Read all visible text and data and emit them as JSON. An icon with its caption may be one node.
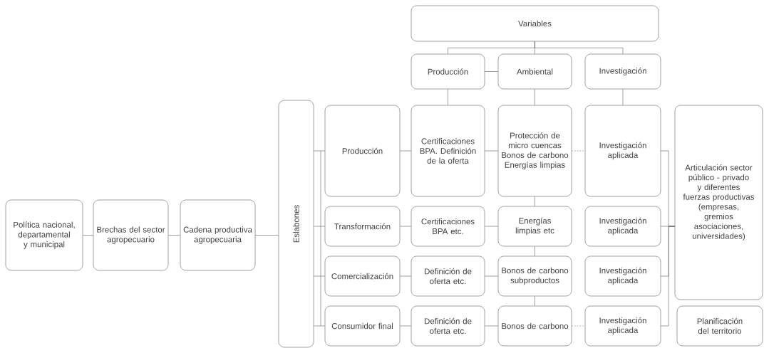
{
  "diagram": {
    "nodes": [
      {
        "text": [
          "Política nacional, departamental y municipal"
        ]
      },
      {
        "text": [
          "Brechas del sector agropecuario"
        ]
      },
      {
        "text": [
          "Cadena productiva agropecuaria"
        ]
      },
      {
        "text": [
          "Eslabones"
        ]
      },
      {
        "text": [
          "Producción"
        ]
      },
      {
        "text": [
          "Transformación"
        ]
      },
      {
        "text": [
          "Comercialización"
        ]
      },
      {
        "text": [
          "Consumidor final"
        ]
      },
      {
        "text": [
          "Variables"
        ]
      },
      {
        "text": [
          "Producción"
        ]
      },
      {
        "text": [
          "Ambiental"
        ]
      },
      {
        "text": [
          "Investigación"
        ]
      },
      {
        "text": [
          "Certificaciones BPA. Definición de la oferta"
        ]
      },
      {
        "text": [
          "Protección de micro cuencas Bonos de carbono Energías limpias"
        ]
      },
      {
        "text": [
          "Investigación aplicada"
        ]
      },
      {
        "text": [
          "Articulación sector público - privado y diferentes fuerzas productivas (empresas, gremios asociaciones, universidades)"
        ]
      },
      {
        "text": [
          "Certificaciones BPA etc."
        ]
      },
      {
        "text": [
          "Energías limpias etc"
        ]
      },
      {
        "text": [
          "Investigación aplicada"
        ]
      },
      {
        "text": [
          "Definición de oferta etc."
        ]
      },
      {
        "text": [
          "Bonos de carbono subproductos"
        ]
      },
      {
        "text": [
          "Investigación aplicada"
        ]
      },
      {
        "text": [
          "Definición de oferta etc."
        ]
      },
      {
        "text": [
          "Bonos de carbono"
        ]
      },
      {
        "text": [
          "Investigación aplicada"
        ]
      },
      {
        "text": [
          "Planificación del territorio"
        ]
      }
    ],
    "edges": [
      {
        "from": 0,
        "to": 1,
        "arrow": "none"
      },
      {
        "from": 1,
        "to": 2,
        "arrow": "none"
      },
      {
        "from": 2,
        "to": 3,
        "arrow": "none"
      },
      {
        "from": 3,
        "to": 4,
        "arrow": "none"
      },
      {
        "from": 3,
        "to": 5,
        "arrow": "none"
      },
      {
        "from": 3,
        "to": 6,
        "arrow": "none"
      },
      {
        "from": 3,
        "to": 7,
        "arrow": "none"
      },
      {
        "from": 8,
        "to": 9,
        "arrow": "none"
      },
      {
        "from": 8,
        "to": 10,
        "arrow": "none"
      },
      {
        "from": 8,
        "to": 11,
        "arrow": "none"
      },
      {
        "from": 9,
        "to": 10,
        "arrow": "none"
      },
      {
        "from": 9,
        "to": 12,
        "arrow": "none"
      },
      {
        "from": 10,
        "to": 13,
        "arrow": "none"
      },
      {
        "from": 11,
        "to": 14,
        "arrow": "none"
      },
      {
        "from": 4,
        "to": 12,
        "arrow": "none"
      },
      {
        "from": 12,
        "to": 13,
        "arrow": "none"
      },
      {
        "from": 13,
        "to": 14,
        "arrow": "none",
        "style": "dashed"
      },
      {
        "from": 5,
        "to": 16,
        "arrow": "none"
      },
      {
        "from": 16,
        "to": 17,
        "arrow": "none"
      },
      {
        "from": 6,
        "to": 19,
        "arrow": "none"
      },
      {
        "from": 19,
        "to": 20,
        "arrow": "none"
      },
      {
        "from": 7,
        "to": 22,
        "arrow": "none"
      },
      {
        "from": 22,
        "to": 23,
        "arrow": "none"
      },
      {
        "from": 23,
        "to": 24,
        "arrow": "none",
        "style": "dashed"
      },
      {
        "from": 13,
        "to": 17,
        "arrow": "none"
      },
      {
        "from": 17,
        "to": 20,
        "arrow": "none"
      },
      {
        "from": 20,
        "to": 23,
        "arrow": "none"
      },
      {
        "from": 14,
        "to": 15,
        "arrow": "none"
      },
      {
        "from": 18,
        "to": 15,
        "arrow": "none"
      },
      {
        "from": 21,
        "to": 15,
        "arrow": "none"
      },
      {
        "from": 24,
        "to": 15,
        "arrow": "none"
      }
    ]
  }
}
